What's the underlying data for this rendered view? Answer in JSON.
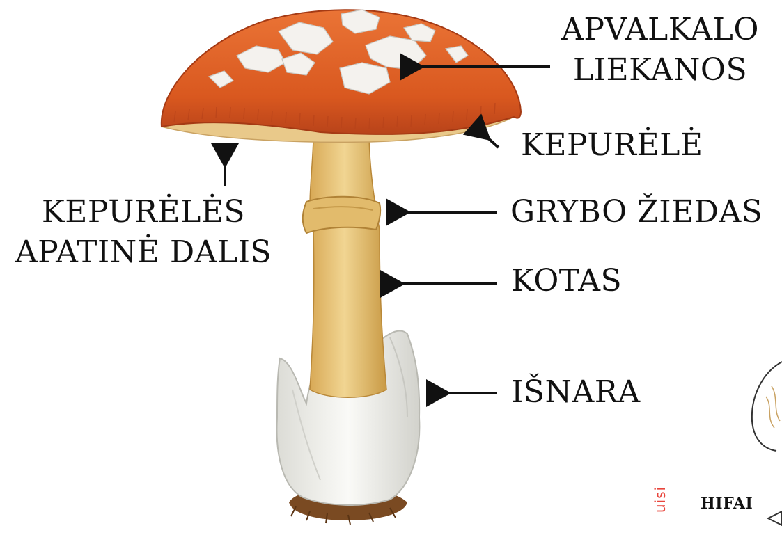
{
  "labels": {
    "apvalkalo_line1": "APVALKALO",
    "apvalkalo_line2": "LIEKANOS",
    "kepurele": "KEPURĖLĖ",
    "apatine_line1": "KEPURĖLĖS",
    "apatine_line2": "APATINĖ DALIS",
    "ziedas": "GRYBO ŽIEDAS",
    "kotas": "KOTAS",
    "isnara": "IŠNARA",
    "hifai": "HIFAI",
    "red_fragment": "uisi"
  },
  "colors": {
    "cap": "#e0602a",
    "cap_dark": "#b8431a",
    "gills": "#e9c98a",
    "stem": "#e8c77e",
    "stem_shadow": "#c99a45",
    "volva": "#f1f0ec",
    "soil": "#7a4a22",
    "text": "#111111",
    "accent_red": "#e8453c"
  }
}
